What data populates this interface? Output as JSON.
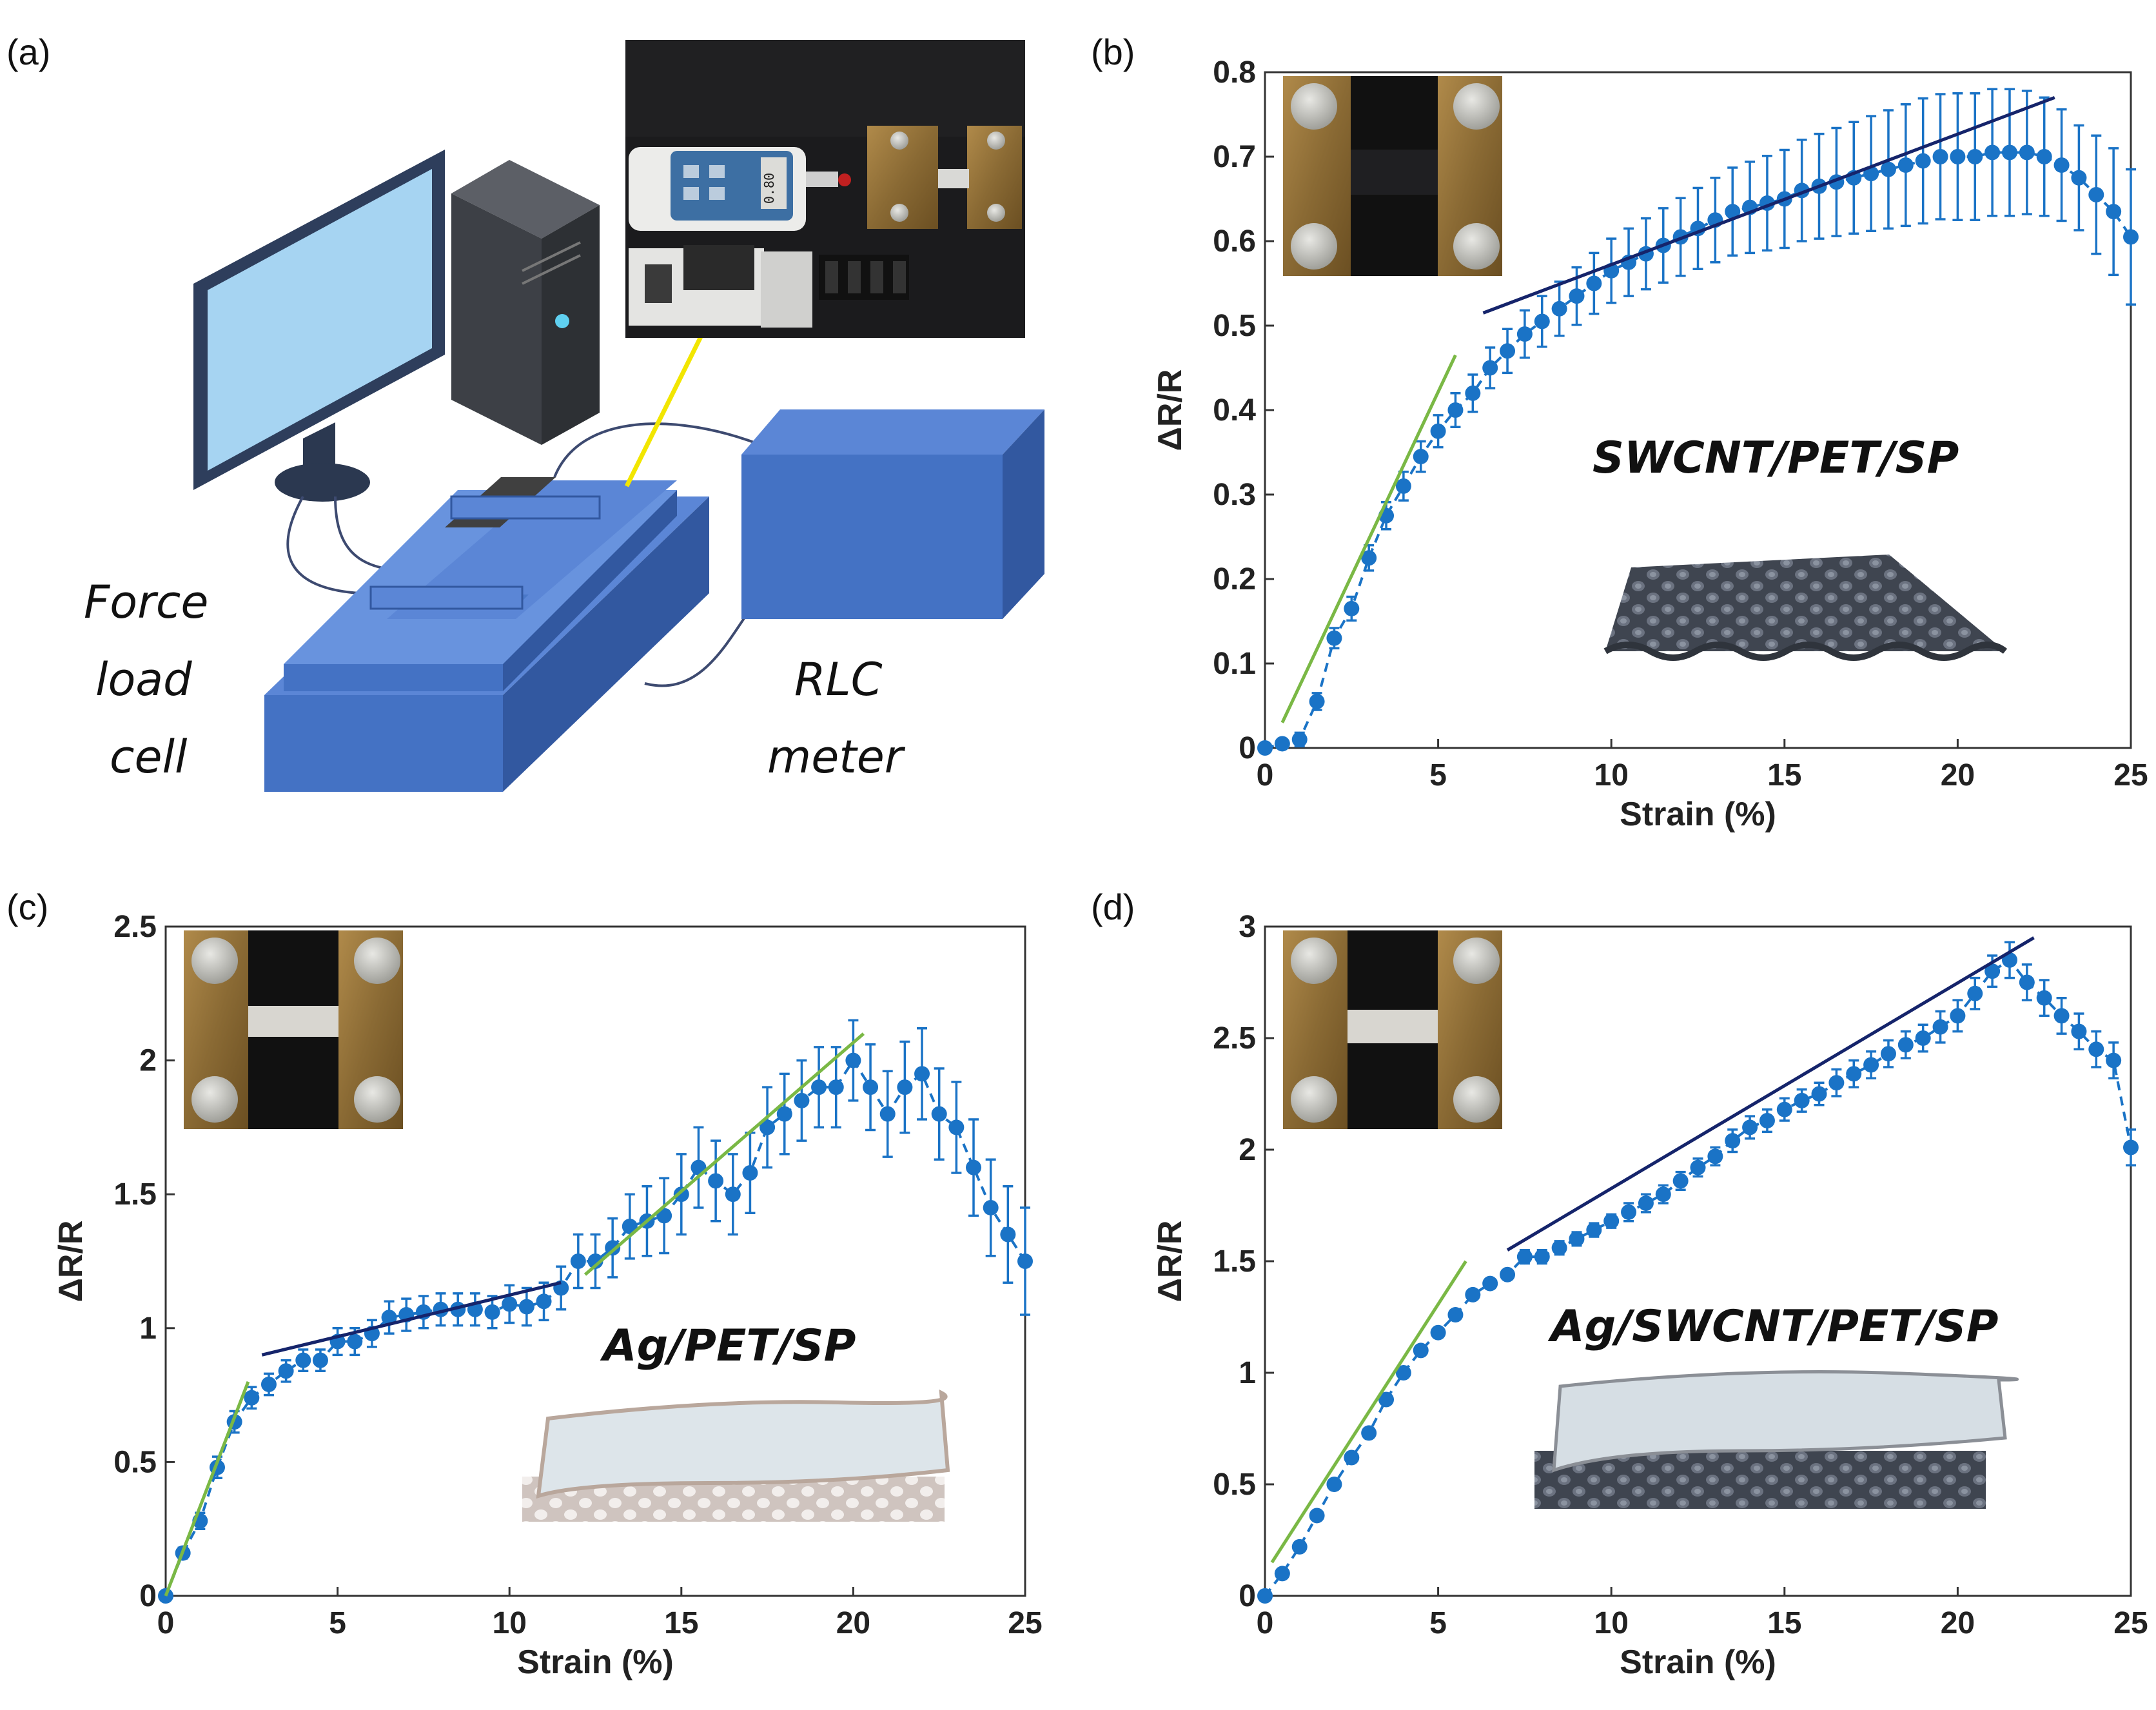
{
  "setup": {
    "label": "(a)",
    "force_label": [
      "Force",
      "load",
      "cell"
    ],
    "rlc_label": [
      "RLC",
      "meter"
    ],
    "gauge_reading": "0.80"
  },
  "colors": {
    "data": "#1a73c6",
    "fit_green": "#7ab845",
    "fit_navy": "#15246b",
    "device_blue": "#4472c4",
    "monitor_screen": "#a6d4f2"
  },
  "chart_data": [
    {
      "type": "line",
      "panel": "(b)",
      "material": "SWCNT/PET/SP",
      "xlabel": "Strain (%)",
      "ylabel": "ΔR/R",
      "xlim": [
        0,
        25
      ],
      "ylim": [
        0,
        0.8
      ],
      "xticks": [
        0,
        5,
        10,
        15,
        20,
        25
      ],
      "yticks": [
        0,
        0.1,
        0.2,
        0.3,
        0.4,
        0.5,
        0.6,
        0.7,
        0.8
      ],
      "grid": false,
      "x": [
        0,
        0.5,
        1,
        1.5,
        2,
        2.5,
        3,
        3.5,
        4,
        4.5,
        5,
        5.5,
        6,
        6.5,
        7,
        7.5,
        8,
        8.5,
        9,
        9.5,
        10,
        10.5,
        11,
        11.5,
        12,
        12.5,
        13,
        13.5,
        14,
        14.5,
        15,
        15.5,
        16,
        16.5,
        17,
        17.5,
        18,
        18.5,
        19,
        19.5,
        20,
        20.5,
        21,
        21.5,
        22,
        22.5,
        23,
        23.5,
        24,
        24.5,
        25
      ],
      "y": [
        0,
        0.005,
        0.01,
        0.055,
        0.13,
        0.165,
        0.225,
        0.275,
        0.31,
        0.345,
        0.375,
        0.4,
        0.42,
        0.45,
        0.47,
        0.49,
        0.505,
        0.52,
        0.535,
        0.55,
        0.565,
        0.575,
        0.585,
        0.595,
        0.605,
        0.615,
        0.625,
        0.635,
        0.64,
        0.645,
        0.65,
        0.66,
        0.665,
        0.67,
        0.675,
        0.68,
        0.685,
        0.69,
        0.695,
        0.7,
        0.7,
        0.7,
        0.705,
        0.705,
        0.705,
        0.7,
        0.69,
        0.675,
        0.655,
        0.635,
        0.605
      ],
      "yerr": [
        0,
        0.005,
        0.008,
        0.01,
        0.012,
        0.014,
        0.015,
        0.016,
        0.017,
        0.018,
        0.019,
        0.02,
        0.022,
        0.024,
        0.026,
        0.028,
        0.03,
        0.032,
        0.034,
        0.036,
        0.038,
        0.04,
        0.042,
        0.044,
        0.046,
        0.048,
        0.05,
        0.052,
        0.054,
        0.056,
        0.058,
        0.06,
        0.062,
        0.064,
        0.066,
        0.068,
        0.07,
        0.072,
        0.074,
        0.074,
        0.075,
        0.075,
        0.075,
        0.075,
        0.073,
        0.07,
        0.066,
        0.062,
        0.07,
        0.075,
        0.08
      ],
      "fits": [
        {
          "color": "green",
          "x": [
            0.5,
            5.5
          ],
          "y": [
            0.03,
            0.465
          ]
        },
        {
          "color": "navy",
          "x": [
            6.3,
            22.8
          ],
          "y": [
            0.515,
            0.77
          ]
        }
      ]
    },
    {
      "type": "line",
      "panel": "(c)",
      "material": "Ag/PET/SP",
      "xlabel": "Strain (%)",
      "ylabel": "ΔR/R",
      "xlim": [
        0,
        25
      ],
      "ylim": [
        0,
        2.5
      ],
      "xticks": [
        0,
        5,
        10,
        15,
        20,
        25
      ],
      "yticks": [
        0,
        0.5,
        1,
        1.5,
        2,
        2.5
      ],
      "grid": false,
      "x": [
        0,
        0.5,
        1,
        1.5,
        2,
        2.5,
        3,
        3.5,
        4,
        4.5,
        5,
        5.5,
        6,
        6.5,
        7,
        7.5,
        8,
        8.5,
        9,
        9.5,
        10,
        10.5,
        11,
        11.5,
        12,
        12.5,
        13,
        13.5,
        14,
        14.5,
        15,
        15.5,
        16,
        16.5,
        17,
        17.5,
        18,
        18.5,
        19,
        19.5,
        20,
        20.5,
        21,
        21.5,
        22,
        22.5,
        23,
        23.5,
        24,
        24.5,
        25
      ],
      "y": [
        0,
        0.16,
        0.28,
        0.48,
        0.65,
        0.74,
        0.79,
        0.84,
        0.88,
        0.88,
        0.95,
        0.95,
        0.98,
        1.04,
        1.05,
        1.06,
        1.07,
        1.07,
        1.07,
        1.06,
        1.09,
        1.08,
        1.1,
        1.15,
        1.25,
        1.25,
        1.3,
        1.38,
        1.4,
        1.42,
        1.5,
        1.6,
        1.55,
        1.5,
        1.58,
        1.75,
        1.8,
        1.85,
        1.9,
        1.9,
        2.0,
        1.9,
        1.8,
        1.9,
        1.95,
        1.8,
        1.75,
        1.6,
        1.45,
        1.35,
        1.25
      ],
      "yerr": [
        0,
        0.02,
        0.03,
        0.04,
        0.04,
        0.04,
        0.04,
        0.04,
        0.04,
        0.04,
        0.05,
        0.05,
        0.05,
        0.06,
        0.06,
        0.06,
        0.06,
        0.06,
        0.06,
        0.06,
        0.07,
        0.07,
        0.07,
        0.08,
        0.1,
        0.1,
        0.11,
        0.12,
        0.13,
        0.14,
        0.15,
        0.15,
        0.15,
        0.15,
        0.15,
        0.15,
        0.15,
        0.15,
        0.15,
        0.15,
        0.15,
        0.16,
        0.16,
        0.17,
        0.17,
        0.17,
        0.17,
        0.18,
        0.18,
        0.18,
        0.2
      ],
      "fits": [
        {
          "color": "green",
          "x": [
            0,
            2.4
          ],
          "y": [
            0,
            0.8
          ]
        },
        {
          "color": "navy",
          "x": [
            2.8,
            11.5
          ],
          "y": [
            0.9,
            1.17
          ]
        },
        {
          "color": "green",
          "x": [
            12.2,
            20.3
          ],
          "y": [
            1.2,
            2.1
          ]
        }
      ]
    },
    {
      "type": "line",
      "panel": "(d)",
      "material": "Ag/SWCNT/PET/SP",
      "xlabel": "Strain (%)",
      "ylabel": "ΔR/R",
      "xlim": [
        0,
        25
      ],
      "ylim": [
        0,
        3
      ],
      "xticks": [
        0,
        5,
        10,
        15,
        20,
        25
      ],
      "yticks": [
        0,
        0.5,
        1,
        1.5,
        2,
        2.5,
        3
      ],
      "grid": false,
      "x": [
        0,
        0.5,
        1,
        1.5,
        2,
        2.5,
        3,
        3.5,
        4,
        4.5,
        5,
        5.5,
        6,
        6.5,
        7,
        7.5,
        8,
        8.5,
        9,
        9.5,
        10,
        10.5,
        11,
        11.5,
        12,
        12.5,
        13,
        13.5,
        14,
        14.5,
        15,
        15.5,
        16,
        16.5,
        17,
        17.5,
        18,
        18.5,
        19,
        19.5,
        20,
        20.5,
        21,
        21.5,
        22,
        22.5,
        23,
        23.5,
        24,
        24.5,
        25
      ],
      "y": [
        0,
        0.1,
        0.22,
        0.36,
        0.5,
        0.62,
        0.73,
        0.88,
        1.0,
        1.1,
        1.18,
        1.26,
        1.35,
        1.4,
        1.44,
        1.52,
        1.52,
        1.56,
        1.6,
        1.64,
        1.68,
        1.72,
        1.76,
        1.8,
        1.86,
        1.92,
        1.97,
        2.04,
        2.1,
        2.13,
        2.18,
        2.22,
        2.25,
        2.3,
        2.34,
        2.38,
        2.43,
        2.47,
        2.5,
        2.55,
        2.6,
        2.7,
        2.8,
        2.85,
        2.75,
        2.68,
        2.6,
        2.53,
        2.45,
        2.4,
        2.01
      ],
      "yerr": [
        0,
        0.01,
        0.01,
        0.01,
        0.02,
        0.02,
        0.02,
        0.02,
        0.02,
        0.02,
        0.02,
        0.02,
        0.02,
        0.02,
        0.02,
        0.03,
        0.03,
        0.03,
        0.03,
        0.03,
        0.03,
        0.04,
        0.04,
        0.04,
        0.04,
        0.04,
        0.04,
        0.05,
        0.05,
        0.05,
        0.05,
        0.05,
        0.05,
        0.06,
        0.06,
        0.06,
        0.06,
        0.06,
        0.06,
        0.07,
        0.07,
        0.07,
        0.07,
        0.08,
        0.08,
        0.08,
        0.08,
        0.08,
        0.08,
        0.08,
        0.08
      ],
      "fits": [
        {
          "color": "green",
          "x": [
            0.2,
            5.8
          ],
          "y": [
            0.15,
            1.5
          ]
        },
        {
          "color": "navy",
          "x": [
            7,
            22.2
          ],
          "y": [
            1.55,
            2.95
          ]
        }
      ]
    }
  ]
}
